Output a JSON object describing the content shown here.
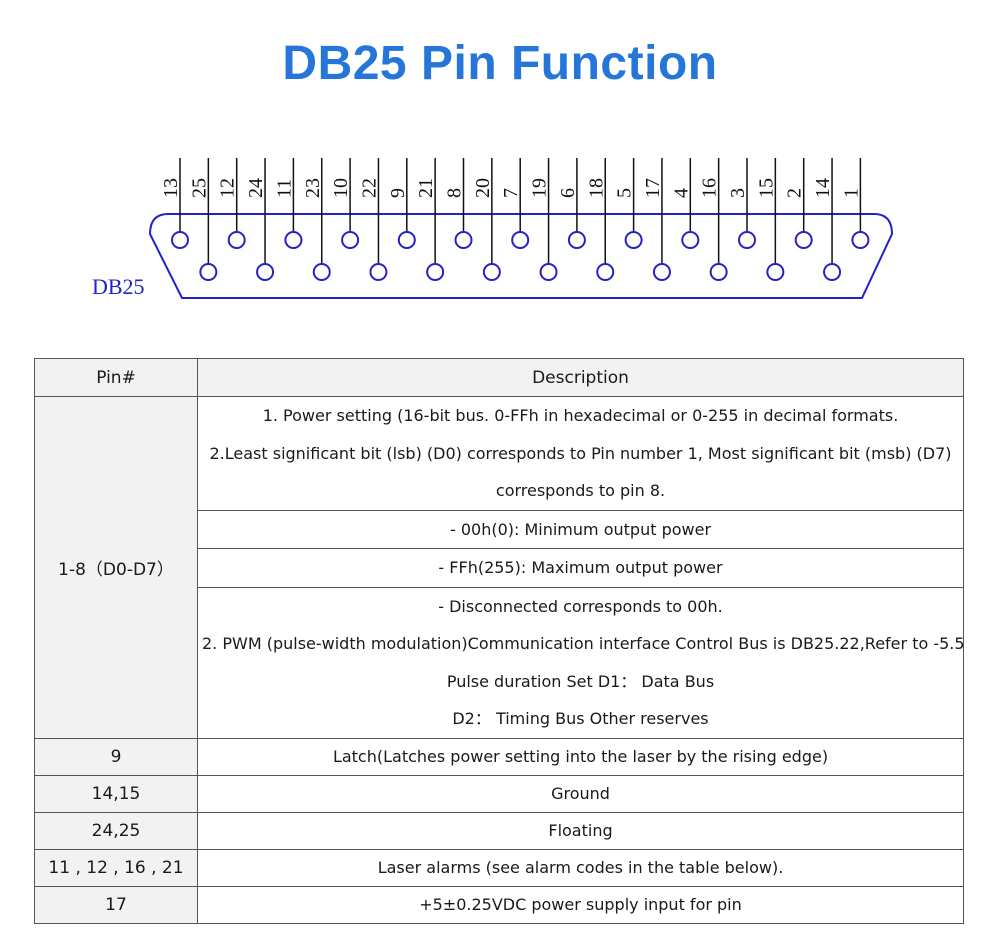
{
  "title": "DB25 Pin Function",
  "diagram": {
    "label": "DB25",
    "pin_labels": [
      "13",
      "25",
      "12",
      "24",
      "11",
      "23",
      "10",
      "22",
      "9",
      "21",
      "8",
      "20",
      "7",
      "19",
      "6",
      "18",
      "5",
      "17",
      "4",
      "16",
      "3",
      "15",
      "2",
      "14",
      "1"
    ],
    "color": "#2222c8"
  },
  "table": {
    "headers": {
      "pin": "Pin#",
      "description": "Description"
    },
    "block": {
      "pin": "1-8（D0-D7）",
      "cells": [
        [
          "1. Power setting (16-bit bus. 0-FFh in hexadecimal or 0-255 in decimal formats.",
          "2.Least significant bit (lsb) (D0) corresponds to Pin number 1, Most significant bit (msb) (D7)",
          "corresponds to pin 8."
        ],
        [
          "- 00h(0): Minimum output power"
        ],
        [
          "- FFh(255): Maximum output power"
        ],
        [
          "- Disconnected corresponds to 00h.",
          "2. PWM (pulse-width modulation)Communication interface Control Bus is DB25.22,Refer to -5.5",
          "Pulse duration Set D1： Data Bus",
          "D2：  Timing Bus Other reserves"
        ]
      ]
    },
    "rows": [
      {
        "pin": "9",
        "description": "Latch(Latches power setting into the laser by the rising edge)"
      },
      {
        "pin": "14,15",
        "description": "Ground"
      },
      {
        "pin": "24,25",
        "description": "Floating"
      },
      {
        "pin": "11 , 12 , 16 , 21",
        "description": "Laser alarms (see alarm codes in the table below)."
      },
      {
        "pin": "17",
        "description": "+5±0.25VDC power supply input for pin"
      }
    ]
  },
  "colors": {
    "title": "#2676d9",
    "header_bg": "#f2f2f2",
    "border": "#555555"
  }
}
